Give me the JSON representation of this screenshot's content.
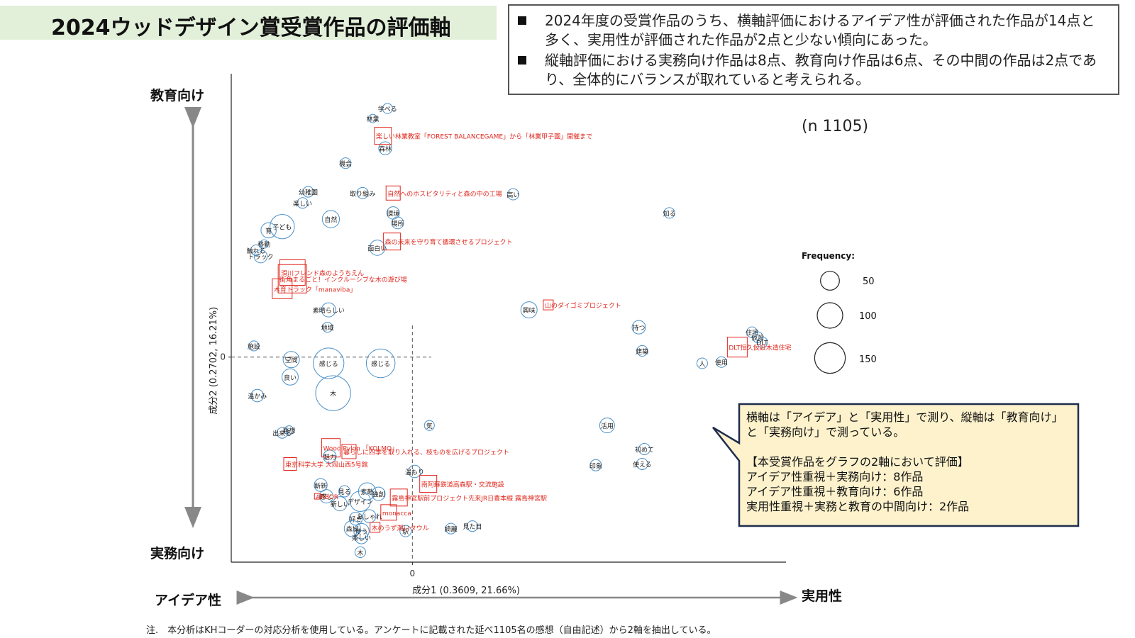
{
  "header": {
    "title": "2024ウッドデザイン賞受賞作品の評価軸",
    "summary": [
      "2024年度の受賞作品のうち、横軸評価におけるアイデア性が評価された作品が14点と多く、実用性が評価された作品が2点と少ない傾向にあった。",
      "縦軸評価における実務向け作品は8点、教育向け作品は6点、その中間の作品は2点であり、全体的にバランスが取れていると考えられる。"
    ]
  },
  "axis_words": {
    "top": "教育向け",
    "bottom": "実務向け",
    "left": "アイデア性",
    "right": "実用性"
  },
  "n_label": "(n 1105)",
  "legend": {
    "title": "Frequency:",
    "items": [
      {
        "label": "50",
        "value": 50
      },
      {
        "label": "100",
        "value": 100
      },
      {
        "label": "150",
        "value": 150
      }
    ]
  },
  "callout": {
    "lines": [
      "横軸は「アイデア」と「実用性」で測り、縦軸は「教育向け」と「実務向け」で測っている。",
      "",
      "【本受賞作品をグラフの2軸において評価】",
      "アイデア性重視＋実務向け：8作品",
      "アイデア性重視＋教育向け：6作品",
      "実用性重視＋実務と教育の中間向け：2作品"
    ]
  },
  "note": "注.　本分析はKHコーダーの対応分析を使用している。アンケートに記載された延べ1105名の感想（自由記述）から2軸を抽出している。",
  "colors": {
    "word": "#4a90c8",
    "work": "#e0281e",
    "band": "#e2efd9",
    "callout_bg": "#fdf2cc",
    "callout_border": "#1f2d4d"
  },
  "chart_data": {
    "type": "scatter",
    "xlabel": "成分1 (0.3609, 21.66%)",
    "ylabel": "成分2 (0.2702, 16.21%)",
    "xlim": [
      -1.6,
      3.3
    ],
    "ylim": [
      -1.65,
      2.28
    ],
    "xticks": [
      {
        "value": 0,
        "label": "0"
      }
    ],
    "yticks": [
      {
        "value": 0,
        "label": "0"
      }
    ],
    "words": [
      {
        "label": "学べる",
        "x": -0.22,
        "y": 2.0,
        "freq": 10
      },
      {
        "label": "林業",
        "x": -0.35,
        "y": 1.92,
        "freq": 6
      },
      {
        "label": "森林",
        "x": -0.24,
        "y": 1.68,
        "freq": 20
      },
      {
        "label": "機会",
        "x": -0.59,
        "y": 1.56,
        "freq": 12
      },
      {
        "label": "幼稚園",
        "x": -0.92,
        "y": 1.33,
        "freq": 12
      },
      {
        "label": "楽しい",
        "x": -0.97,
        "y": 1.24,
        "freq": 12
      },
      {
        "label": "取り組み",
        "x": -0.44,
        "y": 1.32,
        "freq": 14
      },
      {
        "label": "環境",
        "x": -0.17,
        "y": 1.16,
        "freq": 18
      },
      {
        "label": "自然",
        "x": -0.72,
        "y": 1.11,
        "freq": 40
      },
      {
        "label": "場所",
        "x": -0.13,
        "y": 1.08,
        "freq": 16
      },
      {
        "label": "子ども",
        "x": -1.15,
        "y": 1.05,
        "freq": 90
      },
      {
        "label": "育",
        "x": -1.27,
        "y": 1.02,
        "freq": 30
      },
      {
        "label": "移動",
        "x": -1.31,
        "y": 0.91,
        "freq": 6
      },
      {
        "label": "触れる",
        "x": -1.38,
        "y": 0.86,
        "freq": 12
      },
      {
        "label": "トラック",
        "x": -1.34,
        "y": 0.81,
        "freq": 20
      },
      {
        "label": "面白い",
        "x": -0.31,
        "y": 0.88,
        "freq": 30
      },
      {
        "label": "素晴らしい",
        "x": -0.74,
        "y": 0.38,
        "freq": 25
      },
      {
        "label": "地域",
        "x": -0.75,
        "y": 0.24,
        "freq": 10
      },
      {
        "label": "施設",
        "x": -1.4,
        "y": 0.09,
        "freq": 10
      },
      {
        "label": "空間",
        "x": -1.07,
        "y": -0.02,
        "freq": 35
      },
      {
        "label": "感じる",
        "x": -0.74,
        "y": -0.05,
        "freq": 150
      },
      {
        "label": "感じる",
        "x": -0.28,
        "y": -0.05,
        "freq": 130
      },
      {
        "label": "良い",
        "x": -1.08,
        "y": -0.16,
        "freq": 35
      },
      {
        "label": "木",
        "x": -0.7,
        "y": -0.29,
        "freq": 200
      },
      {
        "label": "温かみ",
        "x": -1.37,
        "y": -0.31,
        "freq": 18
      },
      {
        "label": "出来る",
        "x": -1.15,
        "y": -0.61,
        "freq": 12
      },
      {
        "label": "発想",
        "x": -1.09,
        "y": -0.59,
        "freq": 8
      },
      {
        "label": "気",
        "x": 0.15,
        "y": -0.55,
        "freq": 10
      },
      {
        "label": "魅力",
        "x": -0.73,
        "y": -0.8,
        "freq": 20
      },
      {
        "label": "斬新",
        "x": -0.81,
        "y": -1.03,
        "freq": 20
      },
      {
        "label": "見る",
        "x": -0.6,
        "y": -1.08,
        "freq": 14
      },
      {
        "label": "素敵",
        "x": -0.4,
        "y": -1.08,
        "freq": 40
      },
      {
        "label": "独創",
        "x": -0.3,
        "y": -1.1,
        "freq": 22
      },
      {
        "label": "感じ",
        "x": -0.76,
        "y": -1.12,
        "freq": 22
      },
      {
        "label": "デザイン",
        "x": -0.46,
        "y": -1.16,
        "freq": 60
      },
      {
        "label": "新しい",
        "x": -0.64,
        "y": -1.18,
        "freq": 25
      },
      {
        "label": "好き",
        "x": -0.5,
        "y": -1.3,
        "freq": 20
      },
      {
        "label": "おしゃれ",
        "x": -0.38,
        "y": -1.28,
        "freq": 20
      },
      {
        "label": "森城",
        "x": -0.53,
        "y": -1.38,
        "freq": 35
      },
      {
        "label": "使う",
        "x": -0.45,
        "y": -1.4,
        "freq": 30
      },
      {
        "label": "楽しい",
        "x": -0.45,
        "y": -1.45,
        "freq": 20
      },
      {
        "label": "木",
        "x": -0.46,
        "y": -1.57,
        "freq": 12
      },
      {
        "label": "駅",
        "x": -0.06,
        "y": -1.4,
        "freq": 14
      },
      {
        "label": "温もり",
        "x": 0.02,
        "y": -0.92,
        "freq": 18
      },
      {
        "label": "綺麗",
        "x": 0.34,
        "y": -1.38,
        "freq": 12
      },
      {
        "label": "見た目",
        "x": 0.53,
        "y": -1.36,
        "freq": 12
      },
      {
        "label": "活用",
        "x": 1.72,
        "y": -0.55,
        "freq": 28
      },
      {
        "label": "初めて",
        "x": 2.05,
        "y": -0.74,
        "freq": 14
      },
      {
        "label": "使える",
        "x": 2.03,
        "y": -0.86,
        "freq": 14
      },
      {
        "label": "印象",
        "x": 1.62,
        "y": -0.87,
        "freq": 14
      },
      {
        "label": "高い",
        "x": 0.89,
        "y": 1.31,
        "freq": 14
      },
      {
        "label": "知る",
        "x": 2.27,
        "y": 1.16,
        "freq": 12
      },
      {
        "label": "興味",
        "x": 1.03,
        "y": 0.38,
        "freq": 35
      },
      {
        "label": "持つ",
        "x": 2.0,
        "y": 0.24,
        "freq": 22
      },
      {
        "label": "建築",
        "x": 2.03,
        "y": 0.05,
        "freq": 12
      },
      {
        "label": "住宅",
        "x": 3.0,
        "y": 0.2,
        "freq": 12
      },
      {
        "label": "仮設",
        "x": 3.05,
        "y": 0.16,
        "freq": 12
      },
      {
        "label": "DLT",
        "x": 3.09,
        "y": 0.12,
        "freq": 12
      },
      {
        "label": "人",
        "x": 2.56,
        "y": -0.05,
        "freq": 12
      },
      {
        "label": "使用",
        "x": 2.73,
        "y": -0.04,
        "freq": 12
      }
    ],
    "works": [
      {
        "label": "楽しい林業教室「FOREST BALANCEGAME」から「林業甲子園」開催まで",
        "x": -0.26,
        "y": 1.78,
        "size": 12
      },
      {
        "label": "自然へのホスピタリティと森の中の工場",
        "x": -0.17,
        "y": 1.32,
        "size": 10
      },
      {
        "label": "森の未来を守り育て循環させるプロジェクト",
        "x": -0.18,
        "y": 0.93,
        "size": 12
      },
      {
        "label": "滑川フレンド森のようちえん",
        "x": -1.06,
        "y": 0.68,
        "size": 18
      },
      {
        "label": "街角まるごと！インクルーシブな木の遊び場",
        "x": -1.06,
        "y": 0.63,
        "size": 20
      },
      {
        "label": "木育トラック「manaviba」",
        "x": -1.15,
        "y": 0.55,
        "size": 14
      },
      {
        "label": "山のダイゴミプロジェクト",
        "x": 1.2,
        "y": 0.42,
        "size": 7
      },
      {
        "label": "DLT恒久仮設木造住宅",
        "x": 2.87,
        "y": 0.08,
        "size": 14
      },
      {
        "label": "Wood Pylon 「KOLMO」",
        "x": -0.72,
        "y": -0.73,
        "size": 13
      },
      {
        "label": "暮らしに四季を取り入れる、枝ものを広げるプロジェクト",
        "x": -0.56,
        "y": -0.76,
        "size": 10
      },
      {
        "label": "東京科学大学 大岡山西5号館",
        "x": -1.08,
        "y": -0.86,
        "size": 9
      },
      {
        "label": "南阿蘇鉄道高森駅・交流施設",
        "x": 0.14,
        "y": -1.02,
        "size": 12
      },
      {
        "label": "ARBOR",
        "x": -0.84,
        "y": -1.12,
        "size": 4
      },
      {
        "label": "霧島神宮駅前プロジェクト先来JR日豊本線 霧島神宮駅",
        "x": -0.12,
        "y": -1.13,
        "size": 12
      },
      {
        "label": "monacca",
        "x": -0.21,
        "y": -1.25,
        "size": 11
      },
      {
        "label": "木のうず潮いタウル",
        "x": -0.33,
        "y": -1.37,
        "size": 7
      }
    ]
  }
}
